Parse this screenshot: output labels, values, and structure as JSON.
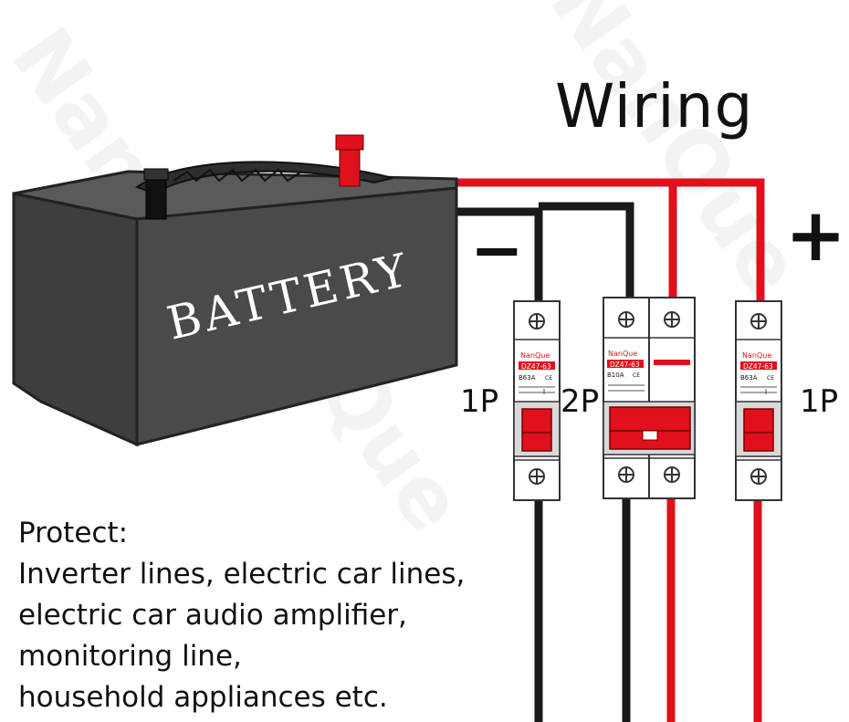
{
  "title": "Wiring",
  "battery_label": "BATTERY",
  "negative_sign": "−",
  "positive_sign": "+",
  "watermark": "NanQue",
  "breakers": [
    {
      "pole_label": "1P",
      "brand": "NanQue",
      "model": "DZ47-63",
      "rating": "B63A",
      "mark": "CE"
    },
    {
      "pole_label": "2P",
      "brand": "NanQue",
      "model": "DZ47-63",
      "rating": "B10A",
      "mark": "CE"
    },
    {
      "pole_label": "1P",
      "brand": "NanQue",
      "model": "DZ47-63",
      "rating": "B63A",
      "mark": "CE"
    }
  ],
  "description": {
    "heading": "Protect:",
    "lines": [
      "Inverter lines, electric car lines,",
      "electric car audio amplifier,",
      "monitoring line,",
      "household appliances etc."
    ]
  },
  "colors": {
    "positive_wire": "#e0101c",
    "negative_wire": "#1a1a1a",
    "battery_body": "#4a4a4a",
    "breaker_handle": "#e0101c"
  }
}
